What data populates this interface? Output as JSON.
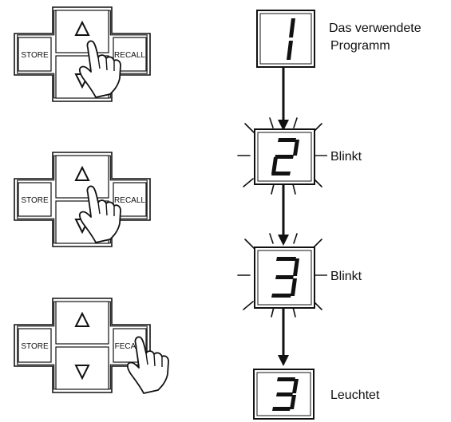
{
  "keypad": {
    "store_label": "STORE",
    "recall_label": "RECALL",
    "recall_label_step3": "FECALL",
    "up_arrow": "up-arrow-icon",
    "down_arrow": "down-arrow-icon"
  },
  "displays": [
    {
      "digit": "1",
      "state": "steady"
    },
    {
      "digit": "2",
      "state": "blinking"
    },
    {
      "digit": "3",
      "state": "blinking"
    },
    {
      "digit": "3",
      "state": "steady"
    }
  ],
  "labels": {
    "used_program_line1": "Das verwendete",
    "used_program_line2": "Programm",
    "blinks": "Blinkt",
    "lit": "Leuchtet"
  }
}
